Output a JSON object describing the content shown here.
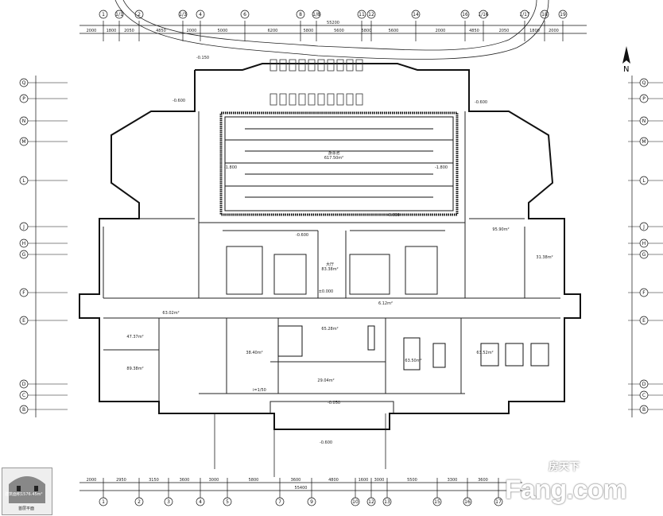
{
  "drawing": {
    "top_total": "55200",
    "top_dims": [
      "2000",
      "1800",
      "2050",
      "4850",
      "2000",
      "5000",
      "6200",
      "5800",
      "5600",
      "5800",
      "5600",
      "2000",
      "4850",
      "2050",
      "1800",
      "2000"
    ],
    "top_axes": [
      "1",
      "1/1",
      "2",
      "1/3",
      "4",
      "6",
      "8",
      "1/8",
      "11",
      "12",
      "14",
      "16",
      "1/16",
      "1/17",
      "18",
      "19"
    ],
    "bottom_total": "55400",
    "bottom_dims": [
      "2000",
      "2950",
      "3150",
      "3600",
      "3000",
      "5800",
      "3600",
      "4800",
      "1600",
      "3000",
      "5500",
      "3300",
      "3600"
    ],
    "bottom_axes": [
      "1",
      "2",
      "3",
      "4",
      "5",
      "7",
      "9",
      "10",
      "12",
      "13",
      "15",
      "16",
      "17"
    ],
    "side_axes": [
      "Q",
      "P",
      "N",
      "M",
      "L",
      "J",
      "H",
      "G",
      "F",
      "E",
      "D",
      "C",
      "B"
    ],
    "north_label": "N",
    "elevations": [
      "-0.150",
      "-0.600",
      "-1.800",
      "-1.800",
      "-0.600",
      "-0.600",
      "±0.000",
      "-0.050",
      "-0.600",
      "-0.600"
    ],
    "rooms": [
      {
        "name": "游泳池",
        "area": "617.50m²"
      },
      {
        "name": "大厅",
        "area": "83.38m²"
      },
      {
        "name": "",
        "area": "65.28m²"
      },
      {
        "name": "",
        "area": "95.90m²"
      },
      {
        "name": "",
        "area": "47.37m²"
      },
      {
        "name": "",
        "area": "89.38m²"
      },
      {
        "name": "",
        "area": "38.40m²"
      },
      {
        "name": "",
        "area": "63.50m²"
      },
      {
        "name": "",
        "area": "63.52m²"
      },
      {
        "name": "",
        "area": "6.12m²"
      },
      {
        "name": "",
        "area": "63.02m²"
      },
      {
        "name": "",
        "area": "29.04m²"
      },
      {
        "name": "",
        "area": "31.38m²"
      }
    ],
    "scale_note": "i=1/50"
  },
  "keyplan": {
    "area": "建筑面积1576.45m²",
    "label": "首层平面"
  },
  "watermark": {
    "text": "Fang.com",
    "cn": "房天下"
  }
}
